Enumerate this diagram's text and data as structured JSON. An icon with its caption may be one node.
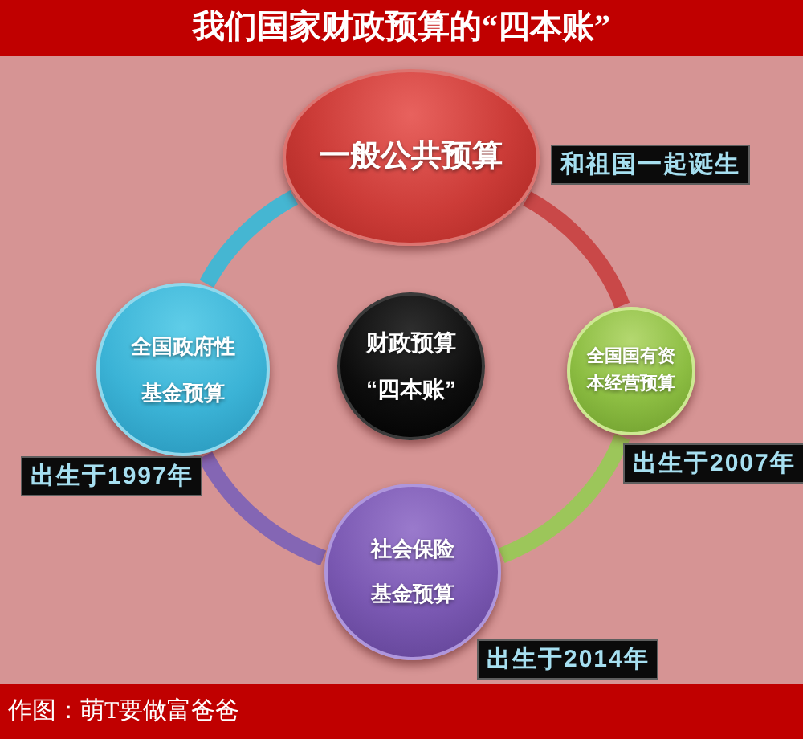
{
  "diagram": {
    "title": "我们国家财政预算的“四本账”",
    "nodes": [
      {
        "text": [
          "一般公共预算"
        ],
        "beside": [
          "和祖国一起诞生"
        ]
      },
      {
        "text": [
          "全国政府性基金预算"
        ],
        "beside": [
          "出生于1997年"
        ]
      },
      {
        "text": [
          "财政预算“四本账”"
        ]
      },
      {
        "text": [
          "全国国有资本经营预算"
        ],
        "beside": [
          "出生于2007年"
        ]
      },
      {
        "text": [
          "社会保险基金预算"
        ],
        "beside": [
          "出生于2014年"
        ]
      }
    ],
    "edges": [
      {
        "from": 0,
        "to": 3,
        "arrow": "none",
        "color": "#c94848"
      },
      {
        "from": 3,
        "to": 4,
        "arrow": "none",
        "color": "#9cc65a"
      },
      {
        "from": 4,
        "to": 1,
        "arrow": "none",
        "color": "#8466b4"
      },
      {
        "from": 1,
        "to": 0,
        "arrow": "none",
        "color": "#45b6d2"
      }
    ],
    "labels": [
      "作图：萌T要做富爸爸"
    ]
  }
}
